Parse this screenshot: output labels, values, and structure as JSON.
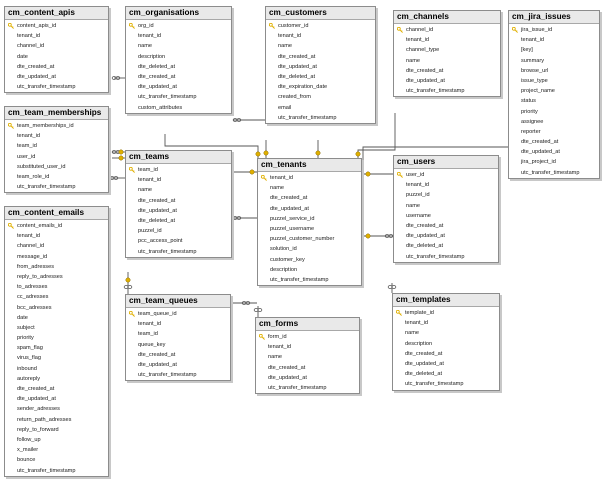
{
  "tables": {
    "content_apis": {
      "title": "cm_content_apis",
      "columns": [
        {
          "name": "content_apis_id",
          "pk": true
        },
        {
          "name": "tenant_id"
        },
        {
          "name": "channel_id"
        },
        {
          "name": "date"
        },
        {
          "name": "dte_created_at"
        },
        {
          "name": "dte_updated_at"
        },
        {
          "name": "utc_transfer_timestamp"
        }
      ]
    },
    "organisations": {
      "title": "cm_organisations",
      "columns": [
        {
          "name": "org_id",
          "pk": true
        },
        {
          "name": "tenant_id"
        },
        {
          "name": "name"
        },
        {
          "name": "description"
        },
        {
          "name": "dte_deleted_at"
        },
        {
          "name": "dte_created_at"
        },
        {
          "name": "dte_updated_at"
        },
        {
          "name": "utc_transfer_timestamp"
        },
        {
          "name": "custom_attributes"
        }
      ]
    },
    "customers": {
      "title": "cm_customers",
      "columns": [
        {
          "name": "customer_id",
          "pk": true
        },
        {
          "name": "tenant_id"
        },
        {
          "name": "name"
        },
        {
          "name": "dte_created_at"
        },
        {
          "name": "dte_updated_at"
        },
        {
          "name": "dte_deleted_at"
        },
        {
          "name": "dte_expiration_date"
        },
        {
          "name": "created_from"
        },
        {
          "name": "email"
        },
        {
          "name": "utc_transfer_timestamp"
        }
      ]
    },
    "channels": {
      "title": "cm_channels",
      "columns": [
        {
          "name": "channel_id",
          "pk": true
        },
        {
          "name": "tenant_id"
        },
        {
          "name": "channel_type"
        },
        {
          "name": "name"
        },
        {
          "name": "dte_created_at"
        },
        {
          "name": "dte_updated_at"
        },
        {
          "name": "utc_transfer_timestamp"
        }
      ]
    },
    "jira_issues": {
      "title": "cm_jira_issues",
      "columns": [
        {
          "name": "jira_issue_id",
          "pk": true
        },
        {
          "name": "tenant_id"
        },
        {
          "name": "[key]"
        },
        {
          "name": "summary"
        },
        {
          "name": "browse_url"
        },
        {
          "name": "issue_type"
        },
        {
          "name": "project_name"
        },
        {
          "name": "status"
        },
        {
          "name": "priority"
        },
        {
          "name": "assignee"
        },
        {
          "name": "reporter"
        },
        {
          "name": "dte_created_at"
        },
        {
          "name": "dte_updated_at"
        },
        {
          "name": "jira_project_id"
        },
        {
          "name": "utc_transfer_timestamp"
        }
      ]
    },
    "team_memberships": {
      "title": "cm_team_memberships",
      "columns": [
        {
          "name": "team_memberships_id",
          "pk": true
        },
        {
          "name": "tenant_id"
        },
        {
          "name": "team_id"
        },
        {
          "name": "user_id"
        },
        {
          "name": "substituted_user_id"
        },
        {
          "name": "team_role_id"
        },
        {
          "name": "utc_transfer_timestamp"
        }
      ]
    },
    "teams": {
      "title": "cm_teams",
      "columns": [
        {
          "name": "team_id",
          "pk": true
        },
        {
          "name": "tenant_id"
        },
        {
          "name": "name"
        },
        {
          "name": "dte_created_at"
        },
        {
          "name": "dte_updated_at"
        },
        {
          "name": "dte_deleted_at"
        },
        {
          "name": "puzzel_id"
        },
        {
          "name": "pcc_access_point"
        },
        {
          "name": "utc_transfer_timestamp"
        }
      ]
    },
    "tenants": {
      "title": "cm_tenants",
      "columns": [
        {
          "name": "tenant_id",
          "pk": true
        },
        {
          "name": "name"
        },
        {
          "name": "dte_created_at"
        },
        {
          "name": "dte_updated_at"
        },
        {
          "name": "puzzel_service_id"
        },
        {
          "name": "puzzel_username"
        },
        {
          "name": "puzzel_customer_number"
        },
        {
          "name": "solution_id"
        },
        {
          "name": "customer_key"
        },
        {
          "name": "description"
        },
        {
          "name": "utc_transfer_timestamp"
        }
      ]
    },
    "users": {
      "title": "cm_users",
      "columns": [
        {
          "name": "user_id",
          "pk": true
        },
        {
          "name": "tenant_id"
        },
        {
          "name": "puzzel_id"
        },
        {
          "name": "name"
        },
        {
          "name": "username"
        },
        {
          "name": "dte_created_at"
        },
        {
          "name": "dte_updated_at"
        },
        {
          "name": "dte_deleted_at"
        },
        {
          "name": "utc_transfer_timestamp"
        }
      ]
    },
    "content_emails": {
      "title": "cm_content_emails",
      "columns": [
        {
          "name": "content_emails_id",
          "pk": true
        },
        {
          "name": "tenant_id"
        },
        {
          "name": "channel_id"
        },
        {
          "name": "message_id"
        },
        {
          "name": "from_adresses"
        },
        {
          "name": "reply_to_adresses"
        },
        {
          "name": "to_adresses"
        },
        {
          "name": "cc_adresses"
        },
        {
          "name": "bcc_adresses"
        },
        {
          "name": "date"
        },
        {
          "name": "subject"
        },
        {
          "name": "priority"
        },
        {
          "name": "spam_flag"
        },
        {
          "name": "virus_flag"
        },
        {
          "name": "inbound"
        },
        {
          "name": "autoreply"
        },
        {
          "name": "dte_created_at"
        },
        {
          "name": "dte_updated_at"
        },
        {
          "name": "sender_adresses"
        },
        {
          "name": "return_path_adresses"
        },
        {
          "name": "reply_to_forward"
        },
        {
          "name": "follow_up"
        },
        {
          "name": "x_mailer"
        },
        {
          "name": "bounce"
        },
        {
          "name": "utc_transfer_timestamp"
        }
      ]
    },
    "team_queues": {
      "title": "cm_team_queues",
      "columns": [
        {
          "name": "team_queue_id",
          "pk": true
        },
        {
          "name": "tenant_id"
        },
        {
          "name": "team_id"
        },
        {
          "name": "queue_key"
        },
        {
          "name": "dte_created_at"
        },
        {
          "name": "dte_updated_at"
        },
        {
          "name": "utc_transfer_timestamp"
        }
      ]
    },
    "forms": {
      "title": "cm_forms",
      "columns": [
        {
          "name": "form_id",
          "pk": true
        },
        {
          "name": "tenant_id"
        },
        {
          "name": "name"
        },
        {
          "name": "dte_created_at"
        },
        {
          "name": "dte_updated_at"
        },
        {
          "name": "utc_transfer_timestamp"
        }
      ]
    },
    "templates": {
      "title": "cm_templates",
      "columns": [
        {
          "name": "template_id",
          "pk": true
        },
        {
          "name": "tenant_id"
        },
        {
          "name": "name"
        },
        {
          "name": "description"
        },
        {
          "name": "dte_created_at"
        },
        {
          "name": "dte_updated_at"
        },
        {
          "name": "dte_deleted_at"
        },
        {
          "name": "utc_transfer_timestamp"
        }
      ]
    }
  },
  "colors": {
    "line": "#555555",
    "key": "#e0b000",
    "table_border": "#8c8c8c",
    "title_bg": "#e9e9e9"
  }
}
